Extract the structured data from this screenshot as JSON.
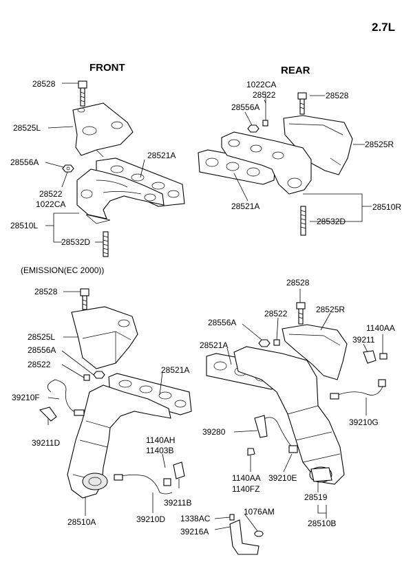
{
  "engine": "2.7L",
  "headers": {
    "front": "FRONT",
    "rear": "REAR"
  },
  "section": "(EMISSION(EC 2000))",
  "labels": {
    "f_28528": "28528",
    "f_28525L": "28525L",
    "f_28556A": "28556A",
    "f_28522": "28522",
    "f_1022CA": "1022CA",
    "f_28521A": "28521A",
    "f_28510L": "28510L",
    "f_28532D": "28532D",
    "r_1022CA": "1022CA",
    "r_28522": "28522",
    "r_28528": "28528",
    "r_28556A": "28556A",
    "r_28525R": "28525R",
    "r_28521A": "28521A",
    "r_28510R": "28510R",
    "r_28532D": "28532D",
    "e_28528": "28528",
    "e_28525L": "28525L",
    "e_28556A": "28556A",
    "e_28522": "28522",
    "e_28521A": "28521A",
    "e_39210F": "39210F",
    "e_39211D": "39211D",
    "e_1140AH": "1140AH",
    "e_11403B": "11403B",
    "e_39211B": "39211B",
    "e_28510A": "28510A",
    "e_39210D": "39210D",
    "e_1338AC": "1338AC",
    "e_39216A": "39216A",
    "e_1076AM": "1076AM",
    "er_28528": "28528",
    "er_28556A": "28556A",
    "er_28522": "28522",
    "er_28525R": "28525R",
    "er_1140AA": "1140AA",
    "er_39211": "39211",
    "er_28521A": "28521A",
    "er_39210G": "39210G",
    "er_39280": "39280",
    "er_1140AA_b": "1140AA",
    "er_1140FZ": "1140FZ",
    "er_39210E": "39210E",
    "er_28519": "28519",
    "er_28510B": "28510B"
  }
}
